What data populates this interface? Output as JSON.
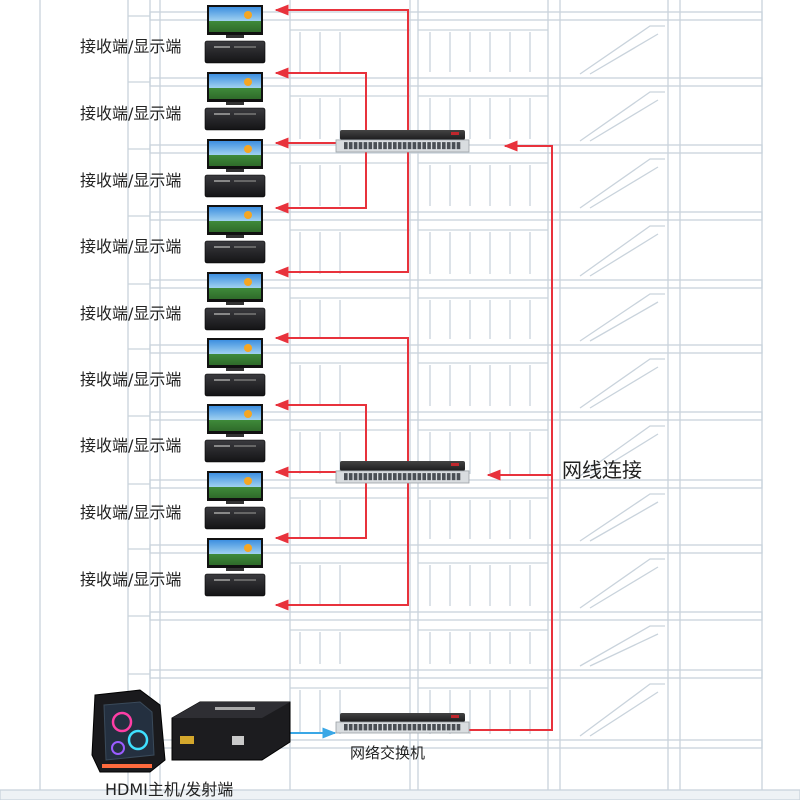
{
  "labels": {
    "receiver": "接收端/显示端",
    "network_connection": "网线连接",
    "network_switch": "网络交换机",
    "hdmi_host": "HDMI主机/发射端"
  },
  "colors": {
    "link_red": "#e8323c",
    "link_blue": "#3aa7e6",
    "building_line": "#c9d3dc",
    "switch_body": "#2b2b2f"
  },
  "receivers": [
    {
      "label_key": "receiver"
    },
    {
      "label_key": "receiver"
    },
    {
      "label_key": "receiver"
    },
    {
      "label_key": "receiver"
    },
    {
      "label_key": "receiver"
    },
    {
      "label_key": "receiver"
    },
    {
      "label_key": "receiver"
    },
    {
      "label_key": "receiver"
    },
    {
      "label_key": "receiver"
    }
  ],
  "switches": [
    {
      "role": "upper-switch"
    },
    {
      "role": "middle-switch"
    },
    {
      "role": "main-switch"
    }
  ]
}
